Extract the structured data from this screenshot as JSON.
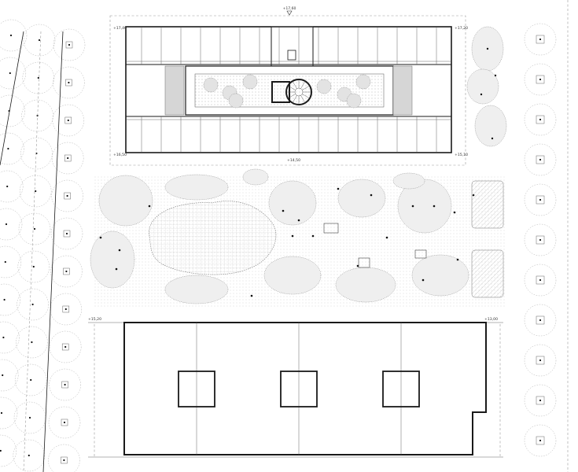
{
  "levels": {
    "top_center": "+17,60",
    "north_left": "+17,40",
    "north_right": "+17,20",
    "south_left": "+16,50",
    "south_center": "+14,50",
    "south_right": "+15,10",
    "lower_left": "+15,20",
    "lower_right": "+13,00"
  },
  "colors": {
    "linework": "#1a1a1a",
    "hatch": "#8a8a8a",
    "tree_outline": "#b0b0b0",
    "background": "#ffffff"
  }
}
